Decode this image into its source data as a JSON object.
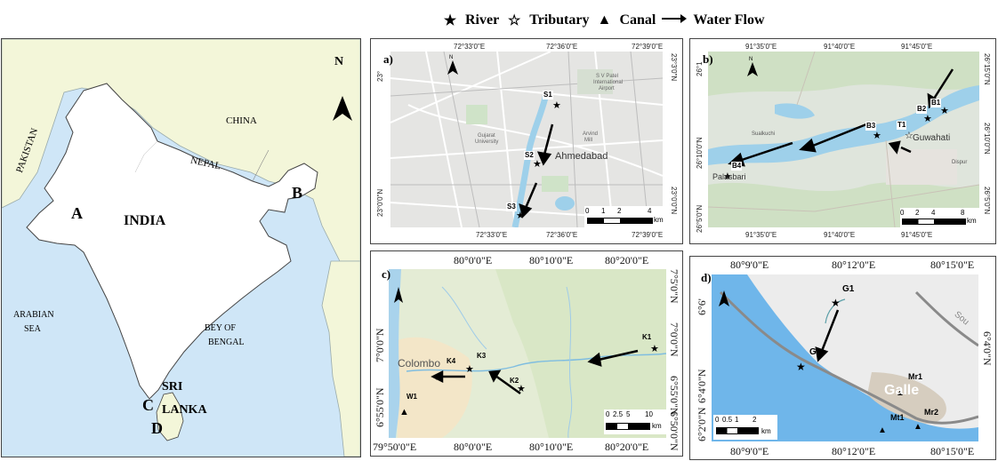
{
  "legend": {
    "river": "River",
    "tributary": "Tributary",
    "canal": "Canal",
    "water_flow": "Water Flow"
  },
  "india_map": {
    "north": "N",
    "countries": {
      "pakistan": "PAKISTAN",
      "china": "CHINA",
      "nepal": "NEPAL",
      "india": "INDIA",
      "sri": "SRI",
      "lanka": "LANKA"
    },
    "seas": {
      "arabian_1": "ARABIAN",
      "arabian_2": "SEA",
      "bengal_1": "BEY OF",
      "bengal_2": "BENGAL"
    },
    "markers": {
      "a": "A",
      "b": "B",
      "c": "C",
      "d": "D"
    },
    "colors": {
      "sea": "#cfe6f7",
      "land_neighbors": "#f3f6d9",
      "india": "#ffffff"
    }
  },
  "panel_a": {
    "label": "a)",
    "north": "N",
    "top_coords": [
      "72°33'0\"E",
      "72°36'0\"E",
      "72°39'0\"E"
    ],
    "bottom_coords": [
      "72°33'0\"E",
      "72°36'0\"E",
      "72°39'0\"E"
    ],
    "left_coords": [
      "23°",
      "23°0'0\"N"
    ],
    "right_coords": [
      "23°3'0\"N",
      "23°0'0\"N"
    ],
    "sites": [
      "S1",
      "S2",
      "S3"
    ],
    "places": {
      "city": "Ahmedabad",
      "airport_1": "S V Patel",
      "airport_2": "International",
      "airport_3": "Airport",
      "univ_1": "Gujarat",
      "univ_2": "University",
      "mill_1": "Arvind",
      "mill_2": "Mill"
    },
    "scale": {
      "ticks": [
        "0",
        "1",
        "2",
        "4"
      ],
      "unit": "km"
    }
  },
  "panel_b": {
    "label": "b)",
    "north": "N",
    "top_coords": [
      "91°35'0\"E",
      "91°40'0\"E",
      "91°45'0\"E"
    ],
    "bottom_coords": [
      "91°35'0\"E",
      "91°40'0\"E",
      "91°45'0\"E"
    ],
    "left_coords": [
      "26°1",
      "26°10'0\"N",
      "26°5'0\"N"
    ],
    "right_coords": [
      "26°15'0\"N",
      "26°10'0\"N",
      "26°5'0\"N"
    ],
    "sites": [
      "B1",
      "B2",
      "B3",
      "T1",
      "B4"
    ],
    "places": {
      "city": "Guwahati",
      "town": "Palasbari",
      "village": "Sualkuchi",
      "dispur": "Dispur"
    },
    "scale": {
      "ticks": [
        "0",
        "2",
        "4",
        "8"
      ],
      "unit": "km"
    }
  },
  "panel_c": {
    "label": "c)",
    "top_coords": [
      "80°0'0\"E",
      "80°10'0\"E",
      "80°20'0\"E"
    ],
    "bottom_coords": [
      "79°50'0\"E",
      "80°0'0\"E",
      "80°10'0\"E",
      "80°20'0\"E"
    ],
    "left_coords": [
      "7°0'0\"N",
      "6°55'0\"N"
    ],
    "right_coords": [
      "7°5'0\"N",
      "7°0'0\"N",
      "6°55'0\"N",
      "6°50'0\"N"
    ],
    "sites": [
      "K1",
      "K2",
      "K3",
      "K4",
      "W1"
    ],
    "places": {
      "city": "Colombo"
    },
    "scale": {
      "ticks": [
        "0",
        "2.5",
        "5",
        "10"
      ],
      "unit": "km"
    }
  },
  "panel_d": {
    "label": "d)",
    "top_coords": [
      "80°9'0\"E",
      "80°12'0\"E",
      "80°15'0\"E"
    ],
    "bottom_coords": [
      "80°9'0\"E",
      "80°12'0\"E",
      "80°15'0\"E"
    ],
    "left_coords": [
      "6°6'",
      "6°4'0\"N",
      "6°2'0\"N"
    ],
    "right_coords": [
      "6°4'0\"N"
    ],
    "sites": [
      "G1",
      "G2",
      "Mr1",
      "Mt1",
      "Mr2"
    ],
    "places": {
      "city": "Galle",
      "road": "Sou"
    },
    "scale": {
      "ticks": [
        "0",
        "0.5",
        "1",
        "2"
      ],
      "unit": "km"
    }
  }
}
